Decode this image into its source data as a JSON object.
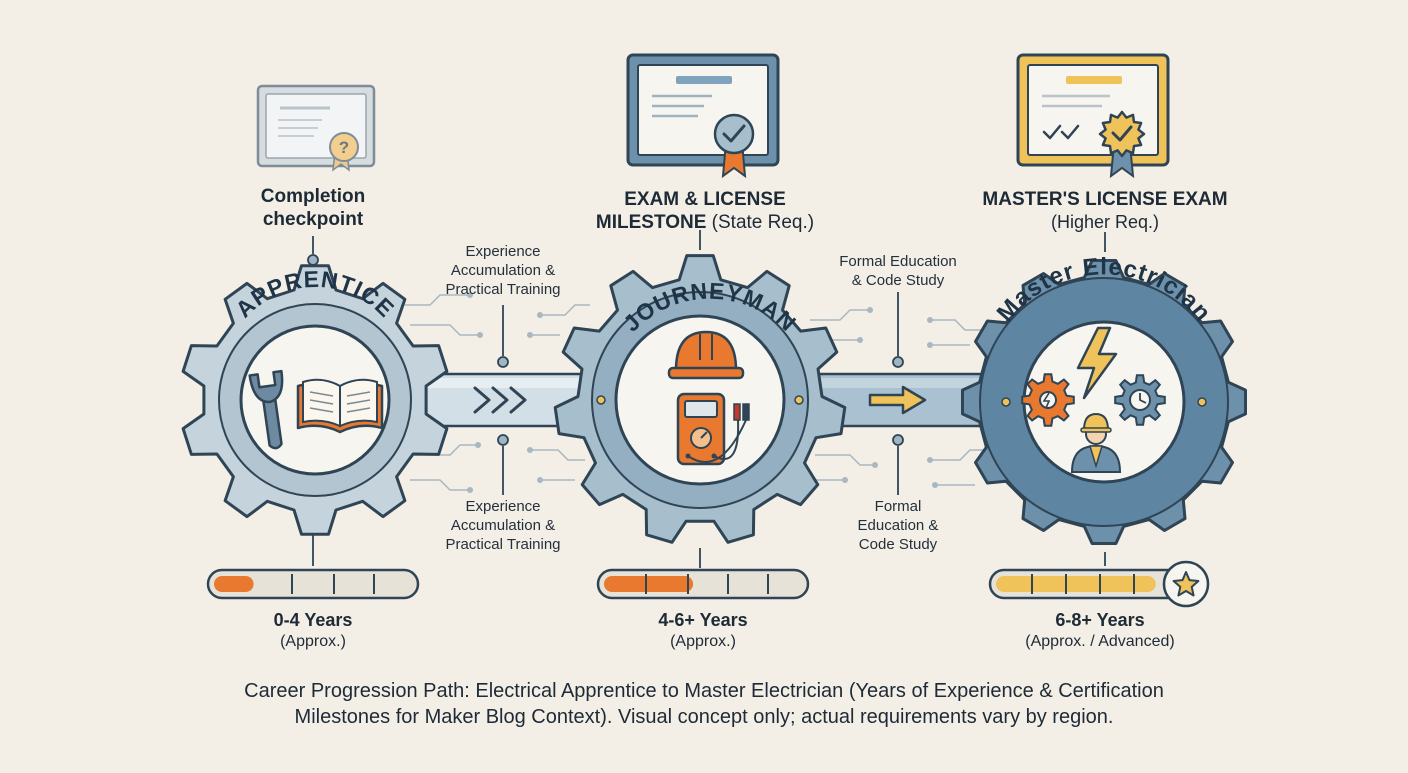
{
  "colors": {
    "background": "#f3efe6",
    "outline": "#2f4455",
    "gear_light": "#c5d3dc",
    "gear_mid": "#a7bfcd",
    "gear_dark": "#6d90ab",
    "accent_orange": "#e8792f",
    "accent_gold": "#efc35a",
    "progress_track": "#e6e2d8"
  },
  "stages": [
    {
      "gear_label": "APPRENTICE",
      "milestone_title": "Completion checkpoint",
      "milestone_icon": "certificate-question-icon",
      "center_icons": [
        "wrench-icon",
        "open-book-icon"
      ],
      "progress": 0.2,
      "years": "0-4 Years",
      "years_note": "(Approx.)"
    },
    {
      "gear_label": "JOURNEYMAN",
      "milestone_title": "EXAM & LICENSE",
      "milestone_title_line2": "MILESTONE",
      "milestone_note": "(State Req.)",
      "milestone_icon": "certificate-check-icon",
      "center_icons": [
        "hard-hat-icon",
        "multimeter-icon"
      ],
      "progress": 0.45,
      "years": "4-6+ Years",
      "years_note": "(Approx.)"
    },
    {
      "gear_label": "Master Electrician",
      "milestone_title": "MASTER'S LICENSE EXAM",
      "milestone_note": "(Higher Req.)",
      "milestone_icon": "certificate-gold-badge-icon",
      "center_icons": [
        "gear-icon",
        "lightning-bolt-icon",
        "clock-gear-icon",
        "electrician-worker-icon"
      ],
      "progress": 0.85,
      "years": "6-8+ Years",
      "years_note": "(Approx. / Advanced)"
    }
  ],
  "connectors": [
    {
      "arrow_icon": "triple-chevron-icon",
      "top_note": [
        "Experience",
        "Accumulation &",
        "Practical Training"
      ],
      "bottom_note": [
        "Experience",
        "Accumulation &",
        "Practical Training"
      ]
    },
    {
      "arrow_icon": "arrow-right-icon",
      "top_note": [
        "Formal Education",
        "& Code Study"
      ],
      "bottom_note": [
        "Formal",
        "Education &",
        "Code Study"
      ]
    }
  ],
  "caption": {
    "line1": "Career Progression Path: Electrical Apprentice to Master Electrician (Years of Experience & Certification",
    "line2": "Milestones for Maker Blog Context). Visual concept only; actual requirements vary by region."
  }
}
